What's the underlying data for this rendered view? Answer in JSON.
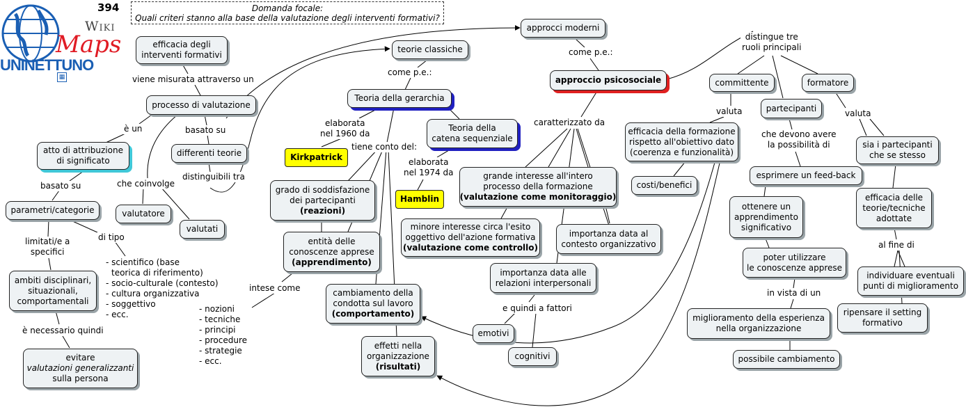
{
  "header": {
    "map_number": "394",
    "focal_title": "Domanda focale:",
    "focal_question": "Quali criteri stanno alla base della valutazione degli interventi formativi?"
  },
  "logo": {
    "wiki": "Wiki",
    "maps": "Maps",
    "brand": "UNINETTUNO",
    "colors": {
      "globe": "#1a5fb4",
      "maps": "#e01b24"
    }
  },
  "nodes": {
    "efficacia": [
      "efficacia degli",
      "interventi formativi"
    ],
    "processo": [
      "processo di valutazione"
    ],
    "attribuzione": [
      "atto di attribuzione",
      "di significato"
    ],
    "teorie": [
      "differenti teorie"
    ],
    "parametri": [
      "parametri/categorie"
    ],
    "valutatore": [
      "valutatore"
    ],
    "valutati": [
      "valutati"
    ],
    "ambiti": [
      "ambiti disciplinari,",
      "situazionali,",
      "comportamentali"
    ],
    "evitare": [
      "evitare",
      "valutazioni generalizzanti",
      "sulla persona"
    ],
    "classiche": [
      "teorie classiche"
    ],
    "gerarchia": [
      "Teoria della gerarchia"
    ],
    "catena": [
      "Teoria della",
      "catena sequenziale"
    ],
    "kirkpatrick": [
      "Kirkpatrick"
    ],
    "hamblin": [
      "Hamblin"
    ],
    "reazioni": [
      "grado di soddisfazione",
      "dei partecipanti",
      "(reazioni)"
    ],
    "apprendimento": [
      "entità delle",
      "conoscenze apprese",
      "(apprendimento)"
    ],
    "comportamento": [
      "cambiamento della",
      "condotta sul lavoro",
      "(comportamento)"
    ],
    "risultati": [
      "effetti nella",
      "organizzazione",
      "(risultati)"
    ],
    "moderni": [
      "approcci moderni"
    ],
    "psicosociale": [
      "approccio psicosociale"
    ],
    "interesse": [
      "grande interesse all'intero",
      "processo della formazione",
      "(valutazione come monitoraggio)"
    ],
    "minore": [
      "minore interesse circa l'esito",
      "oggettivo dell'azione formativa",
      "(valutazione come controllo)"
    ],
    "contesto": [
      "importanza data al",
      "contesto organizzativo"
    ],
    "relazioni": [
      "importanza data alle",
      "relazioni interpersonali"
    ],
    "emotivi": [
      "emotivi"
    ],
    "cognitivi": [
      "cognitivi"
    ],
    "efficacia_form": [
      "efficacia della formazione",
      "rispetto all'obiettivo dato",
      "(coerenza e funzionalità)"
    ],
    "costi": [
      "costi/benefici"
    ],
    "committente": [
      "committente"
    ],
    "partecipanti": [
      "partecipanti"
    ],
    "formatore": [
      "formatore"
    ],
    "feedback": [
      "esprimere un feed-back"
    ],
    "ottenere": [
      "ottenere un",
      "apprendimento",
      "significativo"
    ],
    "utilizzare": [
      "poter utilizzare",
      "le conoscenze apprese"
    ],
    "miglioramento": [
      "miglioramento della esperienza",
      "nella organizzazione"
    ],
    "cambiamento": [
      "possibile cambiamento"
    ],
    "sia": [
      "sia i partecipanti",
      "che se stesso"
    ],
    "efficacia_teorie": [
      "efficacia delle",
      "teorie/tecniche",
      "adottate"
    ],
    "individuare": [
      "individuare eventuali",
      "punti di miglioramento"
    ],
    "ripensare": [
      "ripensare il setting",
      "formativo"
    ]
  },
  "labels": {
    "viene_misurata": "viene misurata attraverso un",
    "e_un": "è un",
    "basato_su": "basato su",
    "basato_su2": "basato su",
    "che_coinvolge": "che coinvolge",
    "distinguibili": "distinguibili tra",
    "limitati": [
      "limitati/e a",
      "specifici"
    ],
    "di_tipo": "di tipo",
    "necessario": "è necessario quindi",
    "intese_come": "intese come",
    "come_pe1": "come p.e.:",
    "elaborata1": [
      "elaborata",
      "nel 1960 da"
    ],
    "tiene_conto": "tiene conto del:",
    "elaborata2": [
      "elaborata",
      "nel 1974 da"
    ],
    "come_pe2": "come p.e.:",
    "caratterizzato": "caratterizzato da",
    "quindi_fattori": "e quindi a fattori",
    "distingue": [
      "distingue tre",
      "ruoli principali"
    ],
    "valuta1": "valuta",
    "che_devono": [
      "che devono avere",
      "la possibilità di"
    ],
    "valuta2": "valuta",
    "in_vista": "in vista di un",
    "al_fine": "al fine di"
  },
  "lists": {
    "tipi": [
      "- scientifico (base",
      "teorica di riferimento)",
      "- socio-culturale (contesto)",
      "- cultura organizzativa",
      "- soggettivo",
      "- ecc."
    ],
    "conoscenze": [
      "- nozioni",
      "- tecniche",
      "- principi",
      "- procedure",
      "- strategie",
      "- ecc."
    ]
  }
}
